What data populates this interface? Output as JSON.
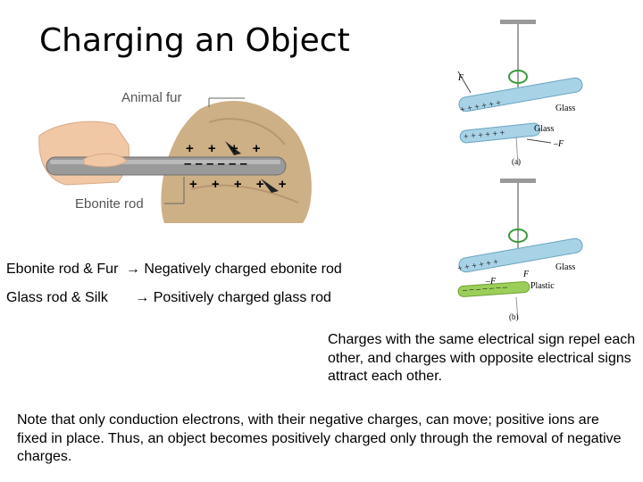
{
  "slide": {
    "title": "Charging an Object",
    "rows": [
      {
        "material": "Ebonite rod & Fur",
        "arrow": "→",
        "result": "Negatively charged ebonite rod"
      },
      {
        "material": "Glass rod & Silk",
        "arrow": "→",
        "result": "Positively charged glass rod"
      }
    ],
    "rule_text": "Charges with the same electrical sign repel each other, and charges with opposite electrical signs attract each other.",
    "note_text": "Note that only conduction electrons, with their negative charges, can move; positive ions are fixed in place. Thus, an object becomes positively charged only through the removal of negative charges."
  },
  "figure_left": {
    "label_fur": "Animal fur",
    "label_rod": "Ebonite rod",
    "rod_charges": "– – – – – –",
    "fur_charges_top": "+ + + +",
    "fur_charges_bottom": "+ + + + +"
  },
  "figure_right": {
    "panel_a": {
      "label_glass_top": "Glass",
      "label_glass_bottom": "Glass",
      "force_top": "F",
      "force_bottom": "–F",
      "caption": "(a)",
      "charges_top": "+ + + + + +",
      "charges_bottom": "+ + + + + +"
    },
    "panel_b": {
      "label_glass": "Glass",
      "label_plastic": "Plastic",
      "force_top": "F",
      "force_bottom": "–F",
      "caption": "(b)",
      "charges_glass": "+ + + + + +",
      "charges_plastic": "– – – – – – –"
    }
  },
  "colors": {
    "fur": "#c9a77a",
    "rod": "#9a9a9a",
    "glass": "#a8d2e6",
    "plastic": "#9ccf5a",
    "hand": "#f1c8a6",
    "rotation": "#3a9a3a"
  }
}
